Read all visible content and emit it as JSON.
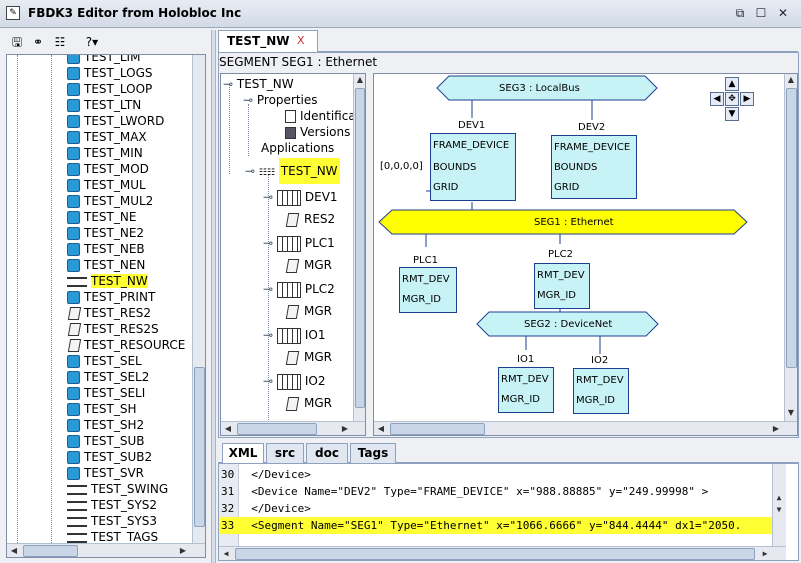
{
  "window": {
    "title": "FBDK3 Editor from Holobloc Inc",
    "controls": [
      "restore",
      "maximize",
      "close"
    ]
  },
  "toolbar": {
    "save_icon": "save-icon",
    "find_icon": "binoculars-icon",
    "list_icon": "list-icon",
    "help_icon": "help-icon"
  },
  "left_tree": {
    "items": [
      {
        "label": "TEST_LIM",
        "icon": "fb"
      },
      {
        "label": "TEST_LOGS",
        "icon": "fb"
      },
      {
        "label": "TEST_LOOP",
        "icon": "fb"
      },
      {
        "label": "TEST_LTN",
        "icon": "fb"
      },
      {
        "label": "TEST_LWORD",
        "icon": "fb"
      },
      {
        "label": "TEST_MAX",
        "icon": "fb"
      },
      {
        "label": "TEST_MIN",
        "icon": "fb"
      },
      {
        "label": "TEST_MOD",
        "icon": "fb"
      },
      {
        "label": "TEST_MUL",
        "icon": "fb"
      },
      {
        "label": "TEST_MUL2",
        "icon": "fb"
      },
      {
        "label": "TEST_NE",
        "icon": "fb"
      },
      {
        "label": "TEST_NE2",
        "icon": "fb"
      },
      {
        "label": "TEST_NEB",
        "icon": "fb"
      },
      {
        "label": "TEST_NEN",
        "icon": "fb"
      },
      {
        "label": "TEST_NW",
        "icon": "net",
        "selected": true
      },
      {
        "label": "TEST_PRINT",
        "icon": "fb"
      },
      {
        "label": "TEST_RES2",
        "icon": "res"
      },
      {
        "label": "TEST_RES2S",
        "icon": "res"
      },
      {
        "label": "TEST_RESOURCE",
        "icon": "res"
      },
      {
        "label": "TEST_SEL",
        "icon": "fb"
      },
      {
        "label": "TEST_SEL2",
        "icon": "fb"
      },
      {
        "label": "TEST_SELI",
        "icon": "fb"
      },
      {
        "label": "TEST_SH",
        "icon": "fb"
      },
      {
        "label": "TEST_SH2",
        "icon": "fb"
      },
      {
        "label": "TEST_SUB",
        "icon": "fb"
      },
      {
        "label": "TEST_SUB2",
        "icon": "fb"
      },
      {
        "label": "TEST_SVR",
        "icon": "fb"
      },
      {
        "label": "TEST_SWING",
        "icon": "net"
      },
      {
        "label": "TEST_SYS2",
        "icon": "net"
      },
      {
        "label": "TEST_SYS3",
        "icon": "net"
      },
      {
        "label": "TEST_TAGS",
        "icon": "net"
      }
    ]
  },
  "editor_tab": {
    "label": "TEST_NW",
    "close": "X"
  },
  "segment_label": "SEGMENT SEG1 : Ethernet",
  "right_tree": {
    "root": "TEST_NW",
    "properties": "Properties",
    "identification": "Identificat",
    "versions": "Versions",
    "applications": "Applications",
    "network": "TEST_NW",
    "devices": [
      {
        "name": "DEV1",
        "resource": "RES2"
      },
      {
        "name": "PLC1",
        "resource": "MGR"
      },
      {
        "name": "PLC2",
        "resource": "MGR"
      },
      {
        "name": "IO1",
        "resource": "MGR"
      },
      {
        "name": "IO2",
        "resource": "MGR"
      }
    ]
  },
  "diagram": {
    "seg3": "SEG3 : LocalBus",
    "seg1": "SEG1 : Ethernet",
    "seg2": "SEG2 : DeviceNet",
    "bounds_value": "[0,0,0,0]",
    "dev1": {
      "name": "DEV1",
      "type": "FRAME_DEVICE",
      "p1": "BOUNDS",
      "p2": "GRID"
    },
    "dev2": {
      "name": "DEV2",
      "type": "FRAME_DEVICE",
      "p1": "BOUNDS",
      "p2": "GRID"
    },
    "plc1": {
      "name": "PLC1",
      "type": "RMT_DEV",
      "p1": "MGR_ID"
    },
    "plc2": {
      "name": "PLC2",
      "type": "RMT_DEV",
      "p1": "MGR_ID"
    },
    "io1": {
      "name": "IO1",
      "type": "RMT_DEV",
      "p1": "MGR_ID"
    },
    "io2": {
      "name": "IO2",
      "type": "RMT_DEV",
      "p1": "MGR_ID"
    }
  },
  "bottom_tabs": [
    "XML",
    "src",
    "doc",
    "Tags"
  ],
  "xml_lines": [
    {
      "n": "30",
      "text": "  </Device>"
    },
    {
      "n": "31",
      "text": "  <Device Name=\"DEV2\" Type=\"FRAME_DEVICE\" x=\"988.88885\" y=\"249.99998\" >"
    },
    {
      "n": "32",
      "text": "  </Device>"
    },
    {
      "n": "33",
      "text": "  <Segment Name=\"SEG1\" Type=\"Ethernet\" x=\"1066.6666\" y=\"844.4444\" dx1=\"2050."
    }
  ],
  "colors": {
    "selection": "#ffff33",
    "device_fill": "#c8f3f6",
    "segment_fill": "#c8f3f6",
    "ethernet_fill": "#ffff00"
  }
}
